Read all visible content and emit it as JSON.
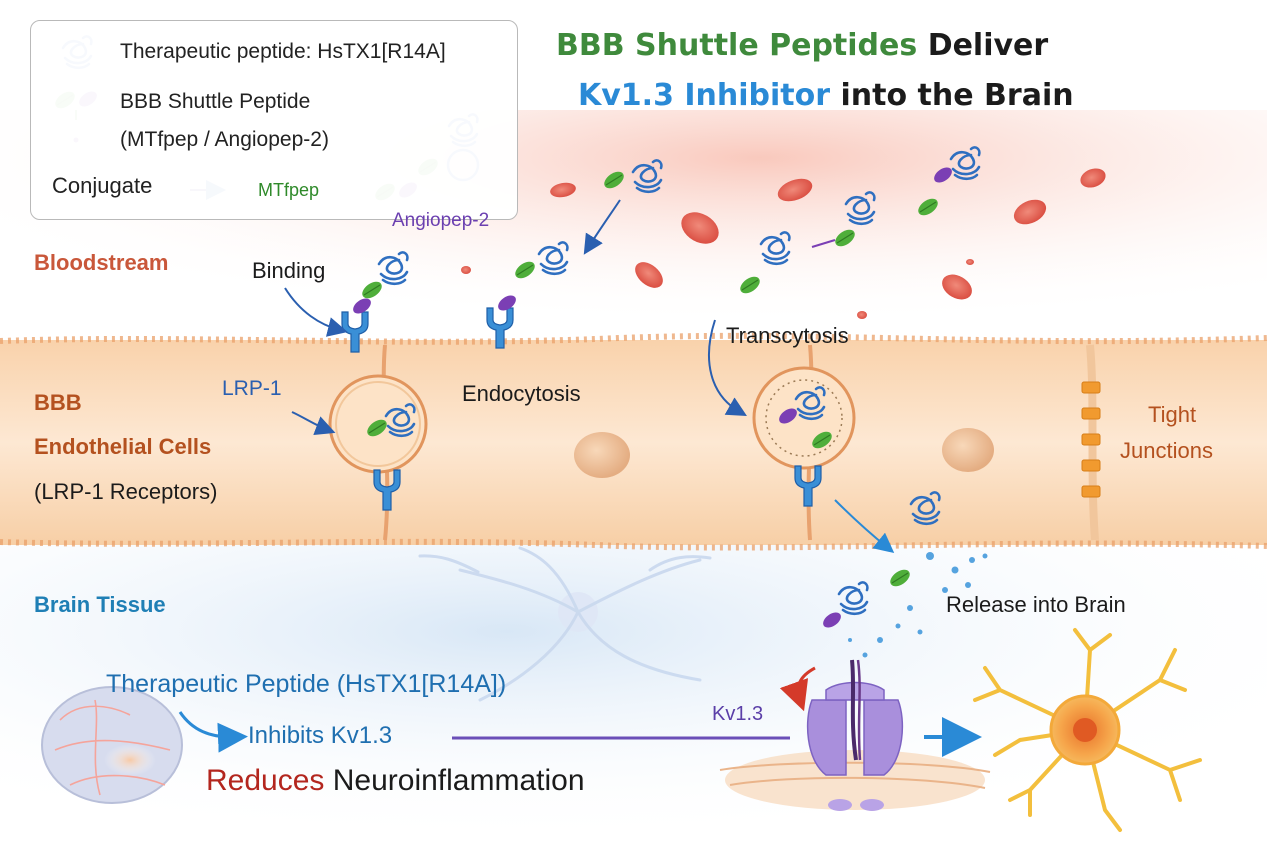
{
  "title": {
    "line1_green": "BBB Shuttle Peptides",
    "line1_dark": "Deliver",
    "line2_blue": "Kv1.3 Inhibitor",
    "line2_dark": "into the Brain"
  },
  "legend": {
    "therapeutic": "Therapeutic peptide:  HsTX1[R14A]",
    "shuttle": "BBB Shuttle Peptide",
    "shuttle_names": "(MTfpep / Angiopep-2)",
    "conjugate": "Conjugate",
    "conjugate_tag_a": "MTfpep",
    "conjugate_tag_b": "Angiopep-2"
  },
  "regions": {
    "bloodstream": "Bloodstream",
    "bbb_line1": "BBB",
    "bbb_line2": "Endothelial Cells",
    "bbb_line3": "(LRP-1 Receptors)",
    "brain": "Brain Tissue",
    "tight_junctions_1": "Tight",
    "tight_junctions_2": "Junctions"
  },
  "steps": {
    "binding": "Binding",
    "lrp1": "LRP-1",
    "endocytosis": "Endocytosis",
    "transcytosis": "Transcytosis",
    "release": "Release into Brain",
    "kv13": "Kv1.3"
  },
  "outcome": {
    "therapeutic": "Therapeutic Peptide (HsTX1[R14A])",
    "inhibits": "Inhibits Kv1.3",
    "reduces": "Reduces",
    "neuro": "Neuroinflammation"
  },
  "colors": {
    "accent_green": "#3f8a3c",
    "accent_blue": "#2a8ad6",
    "peptide_blue": "#2f6fc0",
    "shuttle_green": "#4fae3a",
    "shuttle_purple": "#7b3fb4",
    "receptor_blue": "#3a8fd6",
    "channel_purple": "#a98fdc",
    "neuron_yellow": "#f3bf3d",
    "reduces_red": "#b3261e"
  }
}
